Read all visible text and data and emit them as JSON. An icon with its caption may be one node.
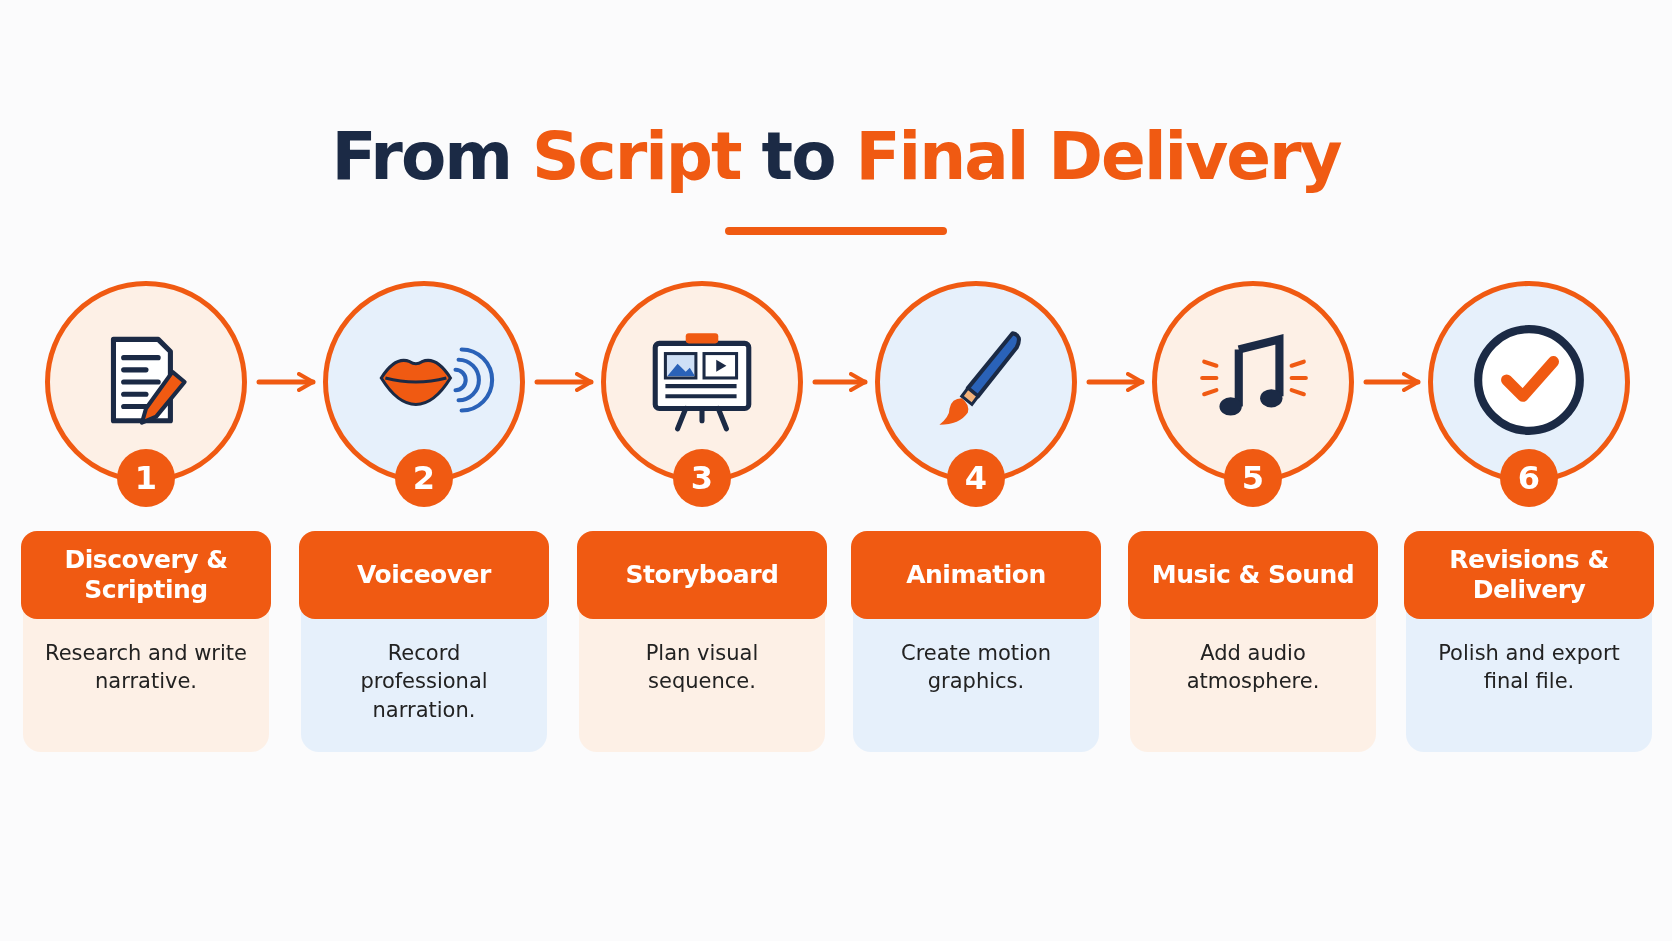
{
  "diagram": {
    "title": "From **Script** to **Final Delivery**",
    "nodes": [
      {
        "text": [
          "1"
        ]
      },
      {
        "text": [
          "Discovery & Scripting",
          "Research and write narrative."
        ]
      },
      {
        "text": [
          "2"
        ]
      },
      {
        "text": [
          "Voiceover",
          "Record professional narration."
        ]
      },
      {
        "text": [
          "3"
        ]
      },
      {
        "text": [
          "Storyboard",
          "Plan visual sequence."
        ]
      },
      {
        "text": [
          "4"
        ]
      },
      {
        "text": [
          "Animation",
          "Create motion graphics."
        ]
      },
      {
        "text": [
          "5"
        ]
      },
      {
        "text": [
          "Music & Sound",
          "Add audio atmosphere."
        ]
      },
      {
        "text": [
          "6"
        ]
      },
      {
        "text": [
          "Revisions & Delivery",
          "Polish and export final file."
        ]
      }
    ],
    "edges": [
      {
        "from": 0,
        "to": 2,
        "arrow": "to"
      },
      {
        "from": 2,
        "to": 4,
        "arrow": "to"
      },
      {
        "from": 4,
        "to": 6,
        "arrow": "to"
      },
      {
        "from": 6,
        "to": 8,
        "arrow": "to"
      },
      {
        "from": 8,
        "to": 10,
        "arrow": "to"
      }
    ]
  }
}
